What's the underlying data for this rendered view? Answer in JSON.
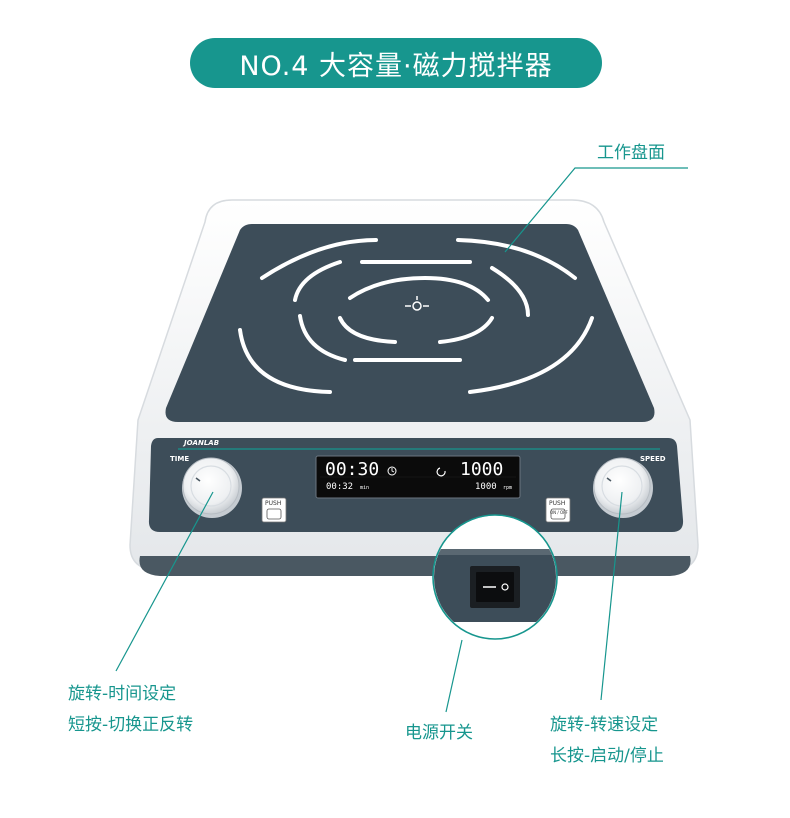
{
  "header": {
    "title": "NO.4 大容量·磁力搅拌器"
  },
  "callouts": {
    "work_surface": "工作盘面",
    "time_knob_line1": "旋转-时间设定",
    "time_knob_line2": "短按-切换正反转",
    "power_switch": "电源开关",
    "speed_knob_line1": "旋转-转速设定",
    "speed_knob_line2": "长按-启动/停止"
  },
  "device": {
    "brand": "JOANLAB",
    "time_label": "TIME",
    "speed_label": "SPEED",
    "push_label": "PUSH",
    "push_on_off": "ON / OFF",
    "display": {
      "time_set": "00:30",
      "time_elapsed": "00:32",
      "time_unit": "min",
      "speed_set": "1000",
      "speed_actual": "1000",
      "speed_unit": "rpm"
    }
  },
  "colors": {
    "accent": "#17968e",
    "plate": "#3d4d59",
    "body": "#ffffff",
    "lcd": "#0b0b0b"
  }
}
